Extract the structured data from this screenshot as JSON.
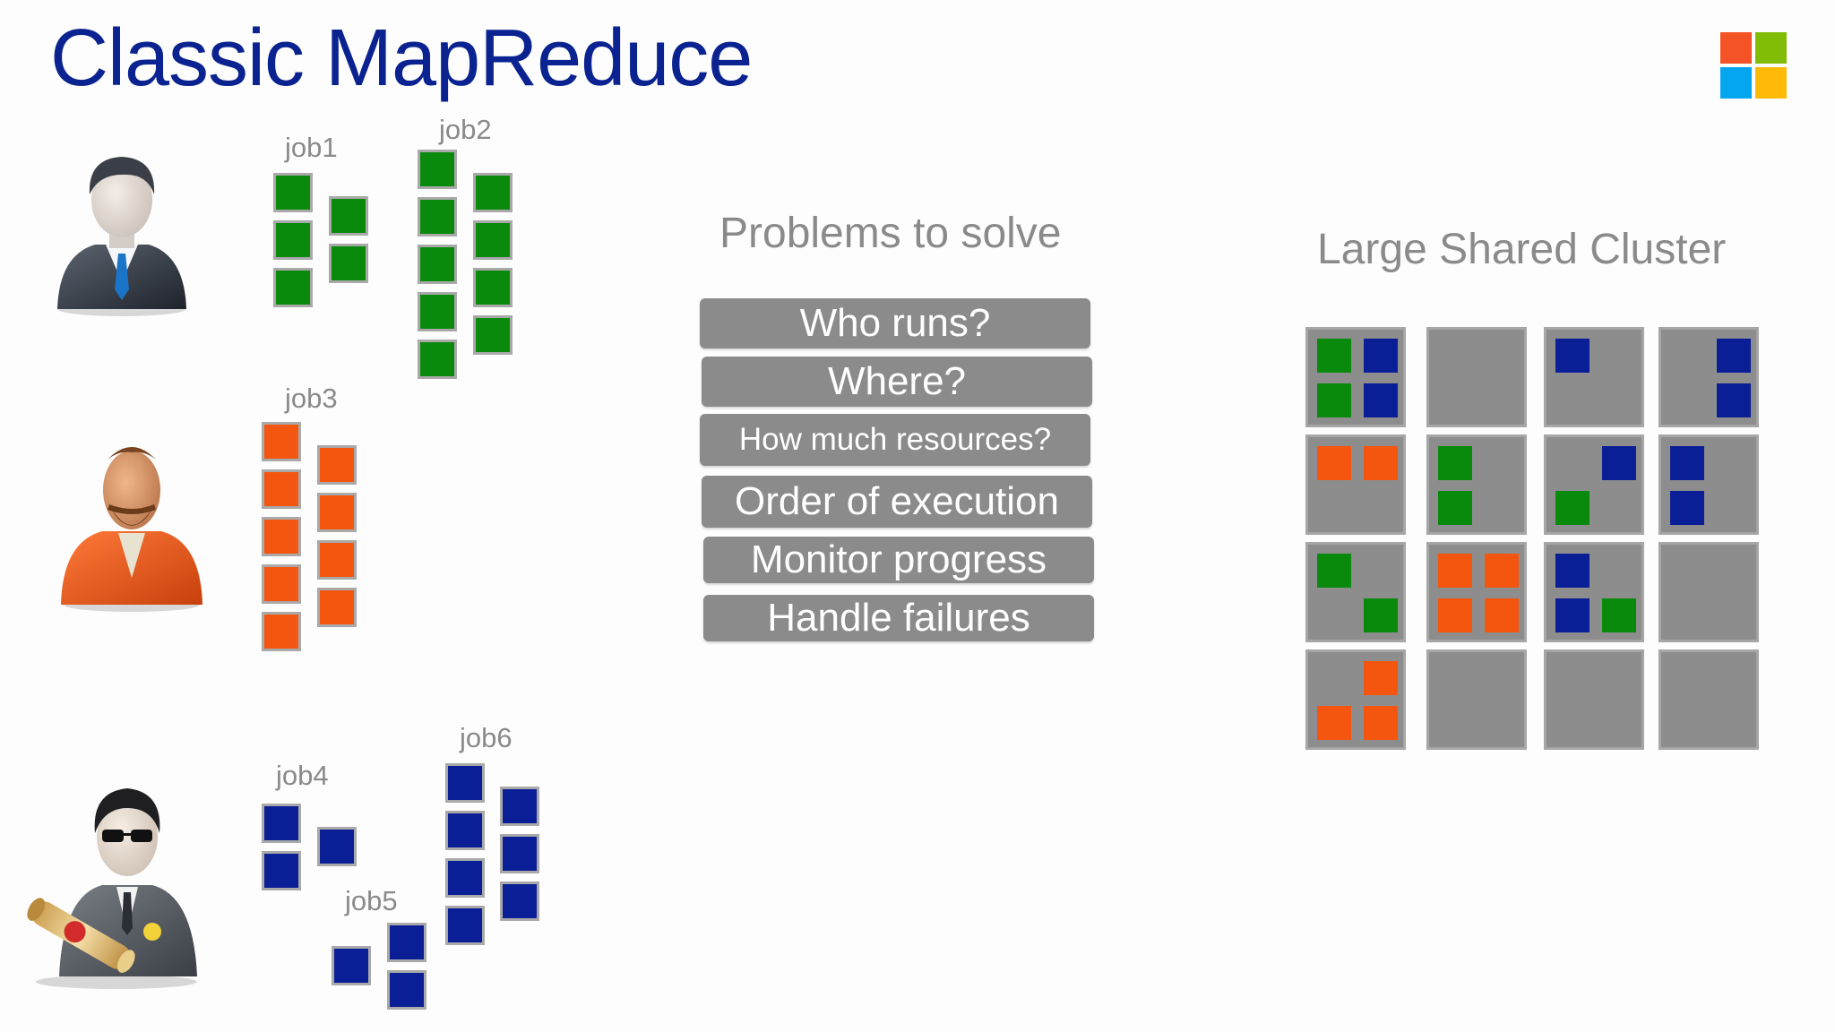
{
  "slide": {
    "title": "Classic MapReduce",
    "logo_colors": [
      "#f35325",
      "#81bc06",
      "#05a6f0",
      "#ffba08"
    ]
  },
  "colors": {
    "green": "#0a8a0c",
    "orange": "#f4560f",
    "blue": "#0a1f96",
    "gray": "#8b8b8b"
  },
  "users": [
    {
      "icon": "business-man-icon"
    },
    {
      "icon": "bearded-man-icon"
    },
    {
      "icon": "man-with-sunglasses-icon"
    }
  ],
  "jobs": [
    {
      "label": "job1",
      "color": "green",
      "tasks": 5
    },
    {
      "label": "job2",
      "color": "green",
      "tasks": 9
    },
    {
      "label": "job3",
      "color": "orange",
      "tasks": 9
    },
    {
      "label": "job4",
      "color": "blue",
      "tasks": 3
    },
    {
      "label": "job5",
      "color": "blue",
      "tasks": 3
    },
    {
      "label": "job6",
      "color": "blue",
      "tasks": 7
    }
  ],
  "problems": {
    "heading": "Problems to solve",
    "items": [
      "Who runs?",
      "Where?",
      "How much resources?",
      "Order of execution",
      "Monitor progress",
      "Handle failures"
    ]
  },
  "cluster": {
    "heading": "Large Shared Cluster",
    "nodes": [
      [
        "green",
        "blue",
        "green",
        "blue"
      ],
      [],
      [
        "blue"
      ],
      [
        "blue",
        "blue"
      ],
      [
        "orange",
        "orange"
      ],
      [
        "green",
        "green"
      ],
      [
        "blue",
        "green"
      ],
      [
        "blue",
        "blue"
      ],
      [
        "green",
        "green"
      ],
      [
        "orange",
        "orange",
        "orange",
        "orange"
      ],
      [
        "blue",
        "blue",
        "green"
      ],
      [],
      [
        "orange",
        "orange",
        "orange"
      ],
      [],
      [],
      []
    ]
  }
}
